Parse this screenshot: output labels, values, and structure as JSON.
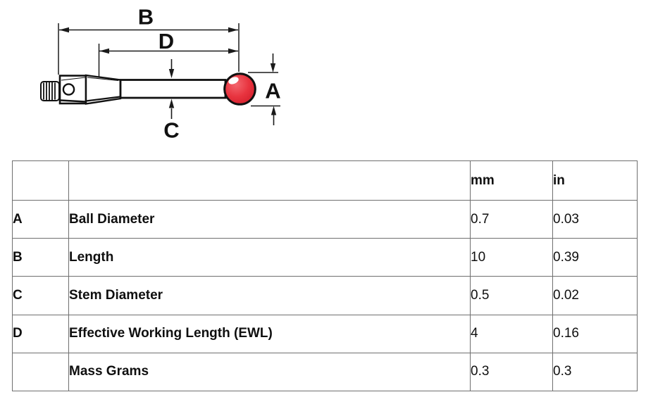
{
  "diagram": {
    "labels": {
      "a": "A",
      "b": "B",
      "c": "C",
      "d": "D"
    },
    "ball_color": "#e8343f",
    "line_color": "#1a1a1a"
  },
  "table": {
    "headers": {
      "key": "",
      "label": "",
      "mm": "mm",
      "in": "in"
    },
    "rows": [
      {
        "key": "A",
        "label": "Ball Diameter",
        "mm": "0.7",
        "in": "0.03"
      },
      {
        "key": "B",
        "label": "Length",
        "mm": "10",
        "in": "0.39"
      },
      {
        "key": "C",
        "label": "Stem Diameter",
        "mm": "0.5",
        "in": "0.02"
      },
      {
        "key": "D",
        "label": "Effective Working Length (EWL)",
        "mm": "4",
        "in": "0.16"
      },
      {
        "key": "",
        "label": "Mass Grams",
        "mm": "0.3",
        "in": "0.3"
      }
    ]
  }
}
